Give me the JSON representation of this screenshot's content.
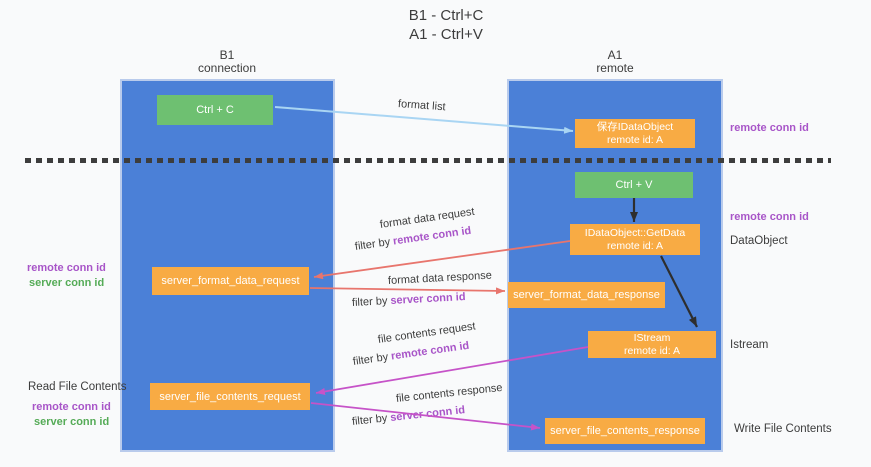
{
  "title": {
    "line1": "B1 - Ctrl+C",
    "line2": "A1 - Ctrl+V"
  },
  "lanes": {
    "left": {
      "name": "B1",
      "role": "connection"
    },
    "right": {
      "name": "A1",
      "role": "remote"
    }
  },
  "nodes": {
    "ctrl_c": "Ctrl + C",
    "ctrl_v": "Ctrl + V",
    "store_idataobject": {
      "line1": "保存IDataObject",
      "line2": "remote id: A"
    },
    "getdata": {
      "line1": "IDataObject::GetData",
      "line2": "remote id: A"
    },
    "istream": {
      "line1": "IStream",
      "line2": "remote id: A"
    },
    "format_request": "server_format_data_request",
    "format_response": "server_format_data_response",
    "file_request": "server_file_contents_request",
    "file_response": "server_file_contents_response"
  },
  "side_labels": {
    "right_remote_conn_top": "remote conn id",
    "right_remote_conn_mid": "remote conn id",
    "dataobject": "DataObject",
    "istream": "Istream",
    "write_file": "Write File Contents",
    "left_remote_conn_mid": "remote conn id",
    "left_server_conn_mid": "server conn id",
    "read_file": "Read File Contents",
    "left_remote_conn_bottom": "remote conn id",
    "left_server_conn_bottom": "server conn id"
  },
  "arrow_labels": {
    "format_list": "format list",
    "filter_prefix": "filter by",
    "format_request": "format data request",
    "format_request_filter_key": "remote conn id",
    "format_response": "format data response",
    "format_response_filter_key": "server conn id",
    "file_request": "file contents request",
    "file_request_filter_key": "remote conn id",
    "file_response": "file contents response",
    "file_response_filter_key": "server conn id"
  },
  "colors": {
    "background": "#f9fafb",
    "lane": "#4b80d7",
    "lane_border": "#b9cbec",
    "green_box": "#6ec071",
    "orange_box": "#f8ab44",
    "purple": "#a855c8",
    "green_text": "#55ab57",
    "salmon_arrow": "#e8756d",
    "magenta_arrow": "#c653c8",
    "lightblue_arrow": "#a9d5f3",
    "black_arrow": "#2e2e2e",
    "dark": "#3c3c3c",
    "dash": "#3d3d3d"
  }
}
